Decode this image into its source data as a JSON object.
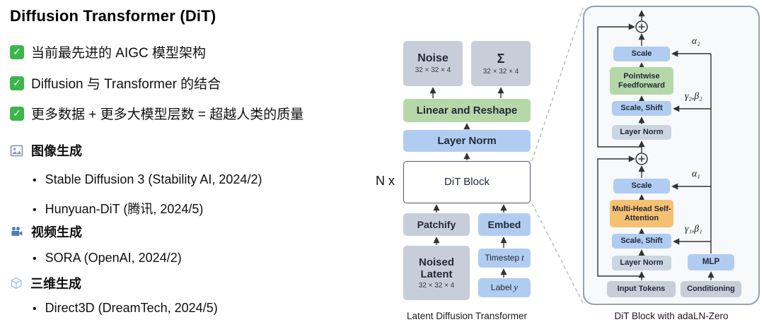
{
  "title": "Diffusion Transformer (DiT)",
  "icons": {
    "check": "✓",
    "bullet": "•"
  },
  "checklist": [
    "当前最先进的 AIGC 模型架构",
    "Diffusion 与 Transformer 的结合",
    "更多数据 + 更多大模型层数 = 超越人类的质量"
  ],
  "sections": [
    {
      "icon": "image-icon",
      "heading": "图像生成",
      "items": [
        "Stable Diffusion 3 (Stability AI, 2024/2)",
        "Hunyuan-DiT (腾讯, 2024/5)"
      ]
    },
    {
      "icon": "video-icon",
      "heading": "视频生成",
      "items": [
        "SORA (OpenAI, 2024/2)"
      ]
    },
    {
      "icon": "cube-icon",
      "heading": "三维生成",
      "items": [
        "Direct3D (DreamTech, 2024/5)"
      ]
    }
  ],
  "ldt": {
    "caption": "Latent Diffusion Transformer",
    "n_label": "N x",
    "noise_label": "Noise",
    "noise_dims": "32 × 32 × 4",
    "sigma_label": "Σ",
    "sigma_dims": "32 × 32 × 4",
    "linear_reshape": "Linear and Reshape",
    "layer_norm": "Layer Norm",
    "dit_block": "DiT Block",
    "patchify": "Patchify",
    "embed": "Embed",
    "noised_latent_label": "Noised Latent",
    "noised_latent_dims": "32 × 32 × 4",
    "timestep_text": "Timestep",
    "timestep_var": "t",
    "label_text": "Label",
    "label_var": "y"
  },
  "dit_detail": {
    "caption": "DiT Block with adaLN-Zero",
    "scale_top": "Scale",
    "alpha2": "α₂",
    "pointwise_feedforward": "Pointwise Feedforward",
    "scale_shift_top": "Scale, Shift",
    "gamma_beta2": "γ₂,β₂",
    "layer_norm_top": "Layer Norm",
    "scale_bottom": "Scale",
    "alpha1": "α₁",
    "mhsa": "Multi-Head Self-Attention",
    "scale_shift_bottom": "Scale, Shift",
    "gamma_beta1": "γ₁,β₁",
    "layer_norm_bottom": "Layer Norm",
    "input_tokens": "Input Tokens",
    "mlp": "MLP",
    "conditioning": "Conditioning"
  },
  "colors": {
    "box_gray": "#c7ced9",
    "box_green": "#b6d8a8",
    "box_blue": "#b1ccf1",
    "box_orange": "#f5c171",
    "box_grayblue": "#ccd5e2",
    "check_green": "#3cb54a",
    "panel_border": "#97a0ab",
    "panel_bg": "#f7f9fb"
  }
}
